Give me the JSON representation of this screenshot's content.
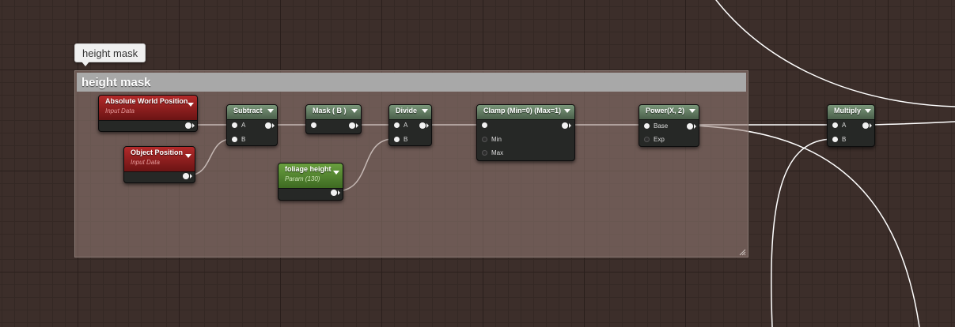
{
  "tooltip": {
    "text": "height mask"
  },
  "comment": {
    "title": "height mask"
  },
  "nodes": {
    "absolute_world_position": {
      "title": "Absolute World Position",
      "subtitle": "Input Data"
    },
    "object_position": {
      "title": "Object Position",
      "subtitle": "Input Data"
    },
    "subtract": {
      "title": "Subtract",
      "pins": [
        "A",
        "B"
      ]
    },
    "mask": {
      "title": "Mask ( B )"
    },
    "foliage_height": {
      "title": "foliage height",
      "subtitle": "Param (130)"
    },
    "divide": {
      "title": "Divide",
      "pins": [
        "A",
        "B"
      ]
    },
    "clamp": {
      "title": "Clamp (Min=0) (Max=1)",
      "pins": [
        "Min",
        "Max"
      ]
    },
    "power": {
      "title": "Power(X, 2)",
      "pins": [
        "Base",
        "Exp"
      ]
    },
    "multiply": {
      "title": "Multiply",
      "pins": [
        "A",
        "B"
      ]
    }
  },
  "colors": {
    "canvas": "#3c2e2a",
    "wire": "#ffffff",
    "input_header": "#9a1f1f",
    "param_header": "#5a8a35",
    "math_header": "#617a61"
  }
}
